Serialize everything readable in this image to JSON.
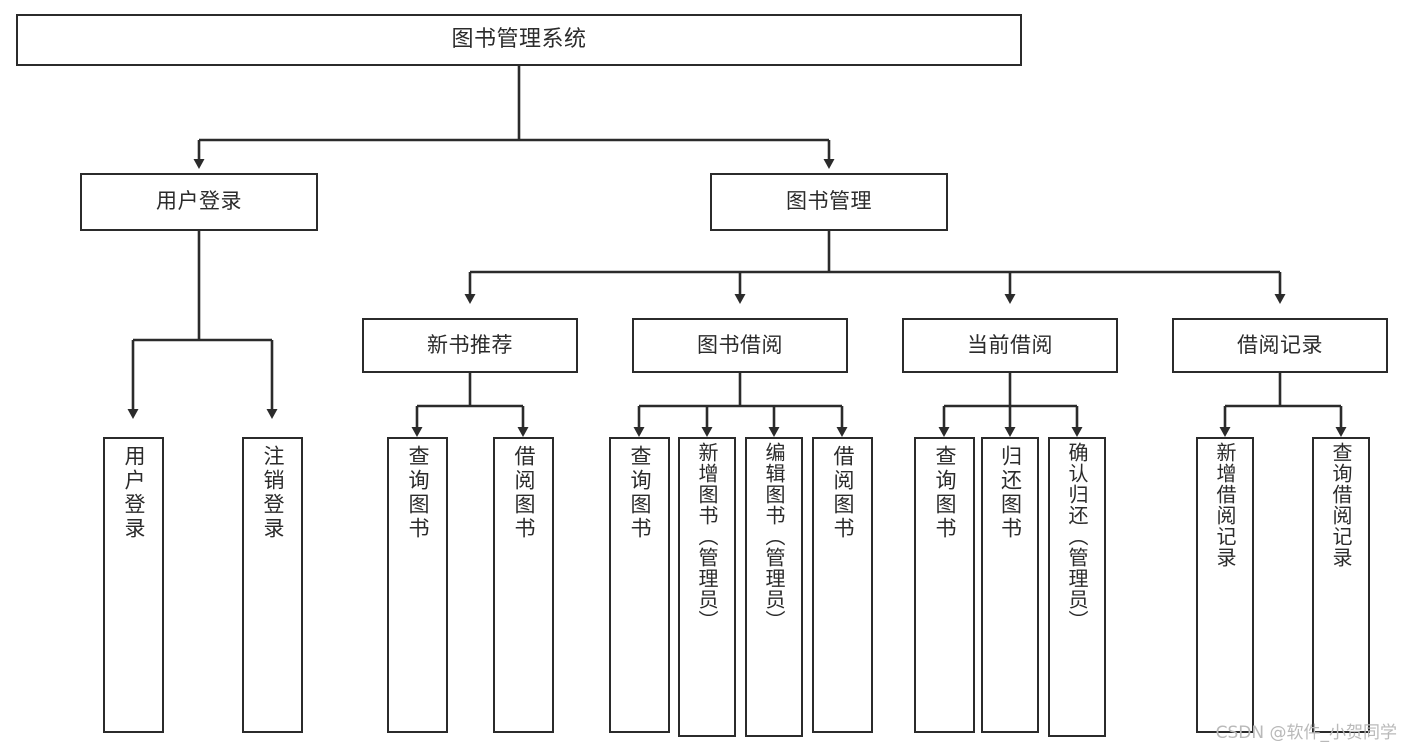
{
  "diagram": {
    "type": "tree",
    "title": "图书管理系统",
    "watermark": "CSDN @软件_小贺同学",
    "colors": {
      "box_border": "#2b2b2b",
      "box_fill": "#ffffff",
      "connector": "#2b2b2b",
      "watermark": "#b9b9b9"
    },
    "root": {
      "label": "图书管理系统"
    },
    "level1": [
      {
        "label": "用户登录"
      },
      {
        "label": "图书管理"
      }
    ],
    "level2": [
      {
        "label": "新书推荐"
      },
      {
        "label": "图书借阅"
      },
      {
        "label": "当前借阅"
      },
      {
        "label": "借阅记录"
      }
    ],
    "leaves": {
      "user_login": [
        {
          "label": "用户登录"
        },
        {
          "label": "注销登录"
        }
      ],
      "new_book": [
        {
          "label": "查询图书"
        },
        {
          "label": "借阅图书"
        }
      ],
      "book_borrow": [
        {
          "label": "查询图书"
        },
        {
          "label": "新增图书（管理员）"
        },
        {
          "label": "编辑图书（管理员）"
        },
        {
          "label": "借阅图书"
        }
      ],
      "current_borrow": [
        {
          "label": "查询图书"
        },
        {
          "label": "归还图书"
        },
        {
          "label": "确认归还（管理员）"
        }
      ],
      "borrow_record": [
        {
          "label": "新增借阅记录"
        },
        {
          "label": "查询借阅记录"
        }
      ]
    }
  }
}
